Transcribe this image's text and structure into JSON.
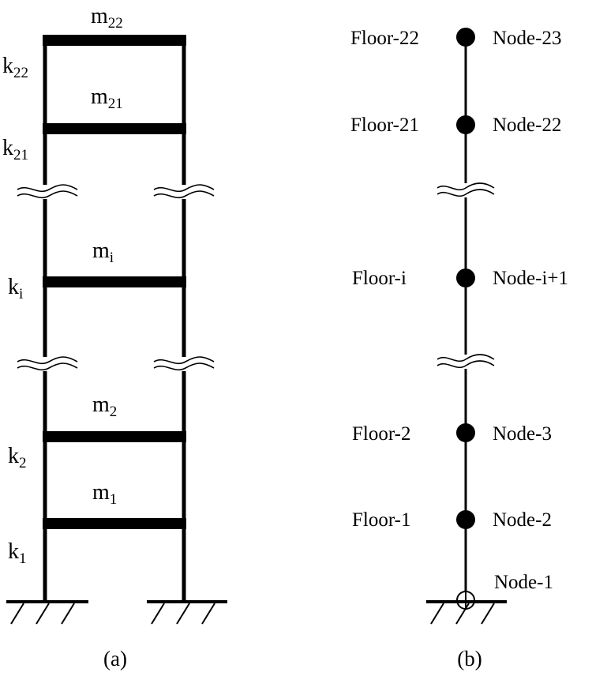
{
  "frame_a": {
    "caption": "(a)",
    "masses": [
      {
        "base": "m",
        "sub": "22"
      },
      {
        "base": "m",
        "sub": "21"
      },
      {
        "base": "m",
        "sub": "i"
      },
      {
        "base": "m",
        "sub": "2"
      },
      {
        "base": "m",
        "sub": "1"
      }
    ],
    "stiffness": [
      {
        "base": "k",
        "sub": "22"
      },
      {
        "base": "k",
        "sub": "21"
      },
      {
        "base": "k",
        "sub": "i"
      },
      {
        "base": "k",
        "sub": "2"
      },
      {
        "base": "k",
        "sub": "1"
      }
    ]
  },
  "model_b": {
    "caption": "(b)",
    "floors": [
      "Floor-22",
      "Floor-21",
      "Floor-i",
      "Floor-2",
      "Floor-1"
    ],
    "nodes": [
      "Node-23",
      "Node-22",
      "Node-i+1",
      "Node-3",
      "Node-2"
    ],
    "base_node": "Node-1"
  }
}
